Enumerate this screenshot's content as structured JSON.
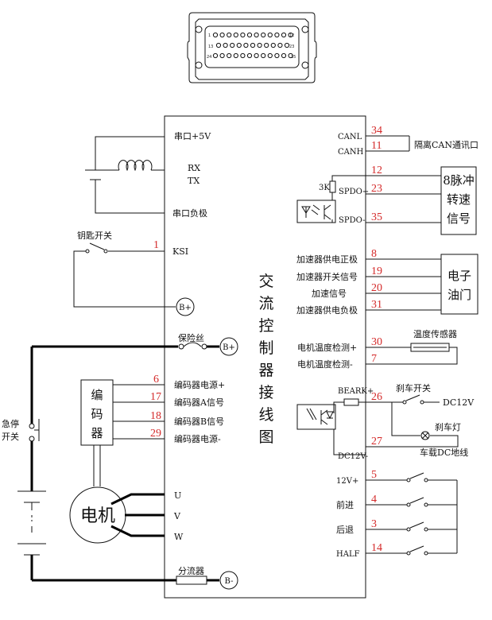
{
  "connector": {
    "pin_1": "1",
    "pin_12": "12",
    "pin_13": "13",
    "pin_23": "23",
    "pin_24": "24",
    "pin_35": "35"
  },
  "controller": {
    "title_chars": [
      "交",
      "流",
      "控",
      "制",
      "器",
      "接",
      "线",
      "图"
    ]
  },
  "left_pins": {
    "serial_5v": "串口+5V",
    "rx": "RX",
    "tx": "TX",
    "serial_gnd": "串口负极",
    "ksi": "KSI",
    "ksi_pin": "1",
    "key_switch": "钥匙开关",
    "fuse": "保险丝",
    "b_plus": "B+",
    "b_minus": "B-",
    "shunt": "分流器",
    "estop": [
      "急停",
      "开关"
    ]
  },
  "encoder": {
    "label_chars": [
      "编",
      "码",
      "器"
    ],
    "rows": [
      {
        "pin": "6",
        "label": "编码器电源+"
      },
      {
        "pin": "17",
        "label": "编码器A信号"
      },
      {
        "pin": "18",
        "label": "编码器B信号"
      },
      {
        "pin": "29",
        "label": "编码器电源-"
      }
    ]
  },
  "motor": {
    "label": "电机",
    "phases": [
      "U",
      "V",
      "W"
    ]
  },
  "can": {
    "canl": "CANL",
    "canh": "CANH",
    "pin_canl": "34",
    "pin_canh": "11",
    "label": "隔离CAN通讯口"
  },
  "speed": {
    "resistor": "3K",
    "spdo_plus": "SPDO+",
    "spdo_minus": "SPDO-",
    "pin_12": "12",
    "pin_23": "23",
    "pin_35": "35",
    "box_lines": [
      "8脉冲",
      "转速",
      "信号"
    ]
  },
  "throttle": {
    "rows": [
      {
        "pin": "8",
        "label": "加速器供电正极"
      },
      {
        "pin": "19",
        "label": "加速器开关信号"
      },
      {
        "pin": "20",
        "label": "加速信号"
      },
      {
        "pin": "31",
        "label": "加速器供电负极"
      }
    ],
    "box_lines": [
      "电子",
      "油门"
    ]
  },
  "temperature": {
    "rows": [
      {
        "pin": "30",
        "label": "电机温度检测+"
      },
      {
        "pin": "7",
        "label": "电机温度检测-"
      }
    ],
    "sensor": "温度传感器"
  },
  "brake": {
    "bearkp": "BEARK+",
    "dc12vm": "DC12V-",
    "pin_26": "26",
    "pin_27": "27",
    "switch": "刹车开关",
    "dc12v": "DC12V",
    "lamp": "刹车灯",
    "ground": "车载DC地线"
  },
  "inputs": {
    "rows": [
      {
        "pin": "5",
        "label": "12V+"
      },
      {
        "pin": "4",
        "label": "前进"
      },
      {
        "pin": "3",
        "label": "后退"
      },
      {
        "pin": "14",
        "label": "HALF"
      }
    ]
  }
}
